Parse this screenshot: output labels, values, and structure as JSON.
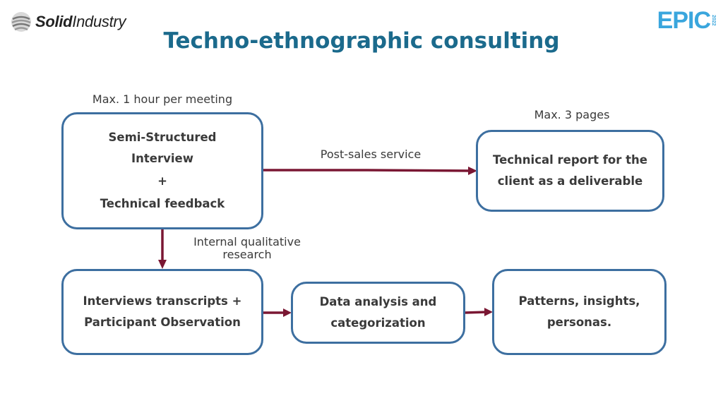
{
  "header": {
    "title": "Techno-ethnographic consulting",
    "logo_left": {
      "bold": "Solid",
      "rest": "Industry"
    },
    "logo_right": {
      "text": "EPIC",
      "year": "2022"
    }
  },
  "notes": {
    "meeting_limit": "Max. 1 hour per meeting",
    "page_limit": "Max. 3 pages",
    "post_sales": "Post-sales service",
    "internal_research_line1": "Internal qualitative",
    "internal_research_line2": "research"
  },
  "boxes": {
    "interview": {
      "line1": "Semi-Structured",
      "line2": "Interview",
      "plus": "+",
      "line3": "Technical feedback"
    },
    "report": {
      "line1": "Technical report for the",
      "line2": "client as a deliverable"
    },
    "transcripts": {
      "line1": "Interviews transcripts +",
      "line2": "Participant Observation"
    },
    "analysis": {
      "line1": "Data analysis and",
      "line2": "categorization"
    },
    "patterns": {
      "line1": "Patterns, insights,",
      "line2": "personas."
    }
  },
  "colors": {
    "title": "#1b6a8c",
    "box_border": "#3d6fa0",
    "arrow": "#7a1733",
    "epic": "#3aa6dd"
  }
}
